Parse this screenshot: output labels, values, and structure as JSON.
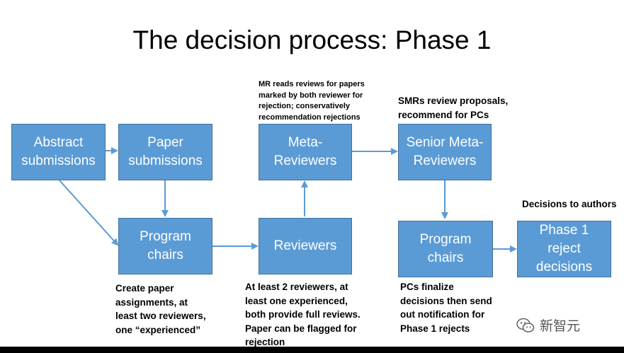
{
  "title": "The decision process: Phase 1",
  "colors": {
    "box_fill": "#5b9bd5",
    "box_border": "#41719c",
    "box_text": "#ffffff",
    "arrow": "#5b9bd5"
  },
  "boxes": {
    "abstract": "Abstract\nsubmissions",
    "paper": "Paper\nsubmissions",
    "program_chairs_1": "Program\nchairs",
    "reviewers": "Reviewers",
    "meta_reviewers": "Meta-\nReviewers",
    "senior_meta_reviewers": "Senior Meta-\nReviewers",
    "program_chairs_2": "Program\nchairs",
    "phase1_reject": "Phase 1\nreject\ndecisions"
  },
  "notes": {
    "mr_reads": "MR reads reviews for papers\nmarked by both reviewer for\nrejection; conservatively\nrecommendation rejections",
    "smrs": "SMRs review proposals,\nrecommend for PCs",
    "decisions_to_authors": "Decisions to authors",
    "create_assignments": "Create paper\nassignments, at\nleast two reviewers,\none “experienced”",
    "reviewers_note": "At least 2 reviewers, at\nleast one experienced,\nboth provide full reviews.\nPaper can be flagged for\nrejection",
    "pcs_finalize": "PCs finalize\ndecisions then send\nout notification for\nPhase 1 rejects"
  },
  "watermark": {
    "text": "新智元",
    "icon": "wechat-icon"
  }
}
